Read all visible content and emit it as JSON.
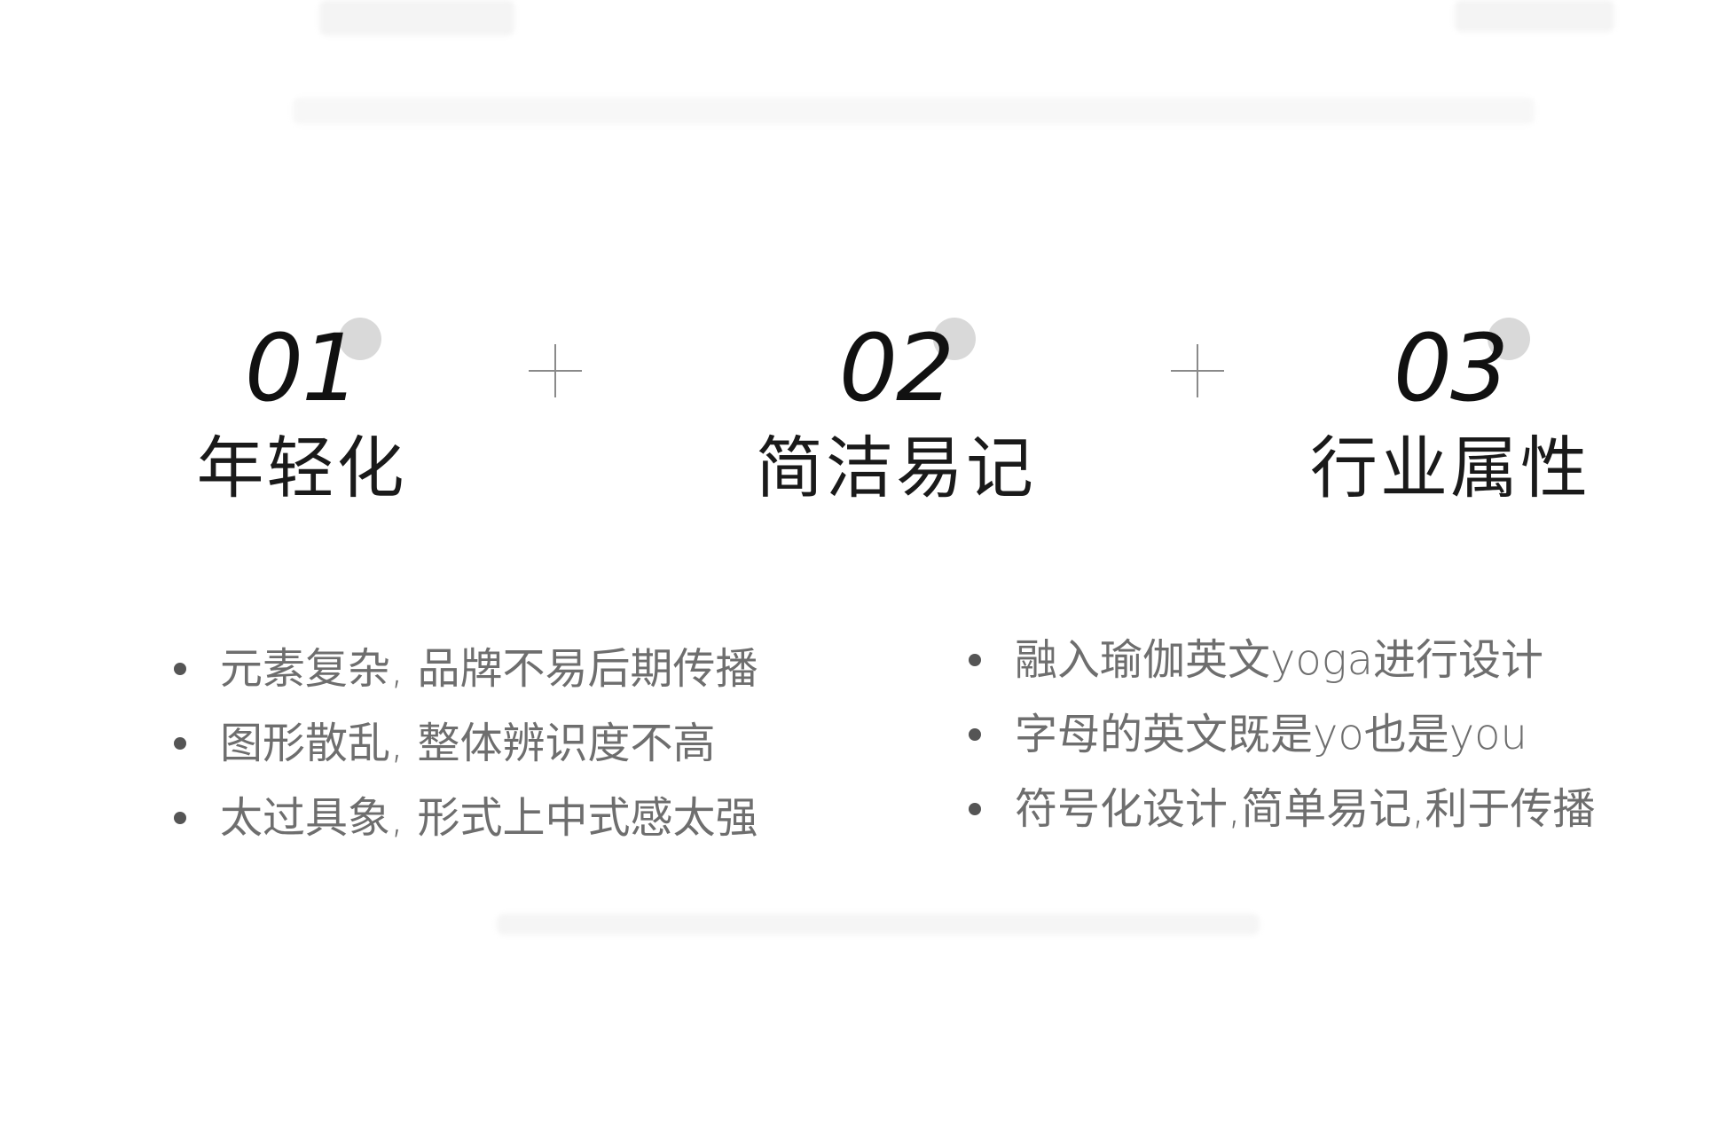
{
  "pillars": [
    {
      "number": "01",
      "title": "年轻化"
    },
    {
      "number": "02",
      "title": "简洁易记"
    },
    {
      "number": "03",
      "title": "行业属性"
    }
  ],
  "separators": [
    "+",
    "+"
  ],
  "problems": [
    "元素复杂, 品牌不易后期传播",
    "图形散乱, 整体辨识度不高",
    "太过具象, 形式上中式感太强"
  ],
  "solutions": [
    "融入瑜伽英文yoga进行设计",
    "字母的英文既是yo也是you",
    "符号化设计,简单易记,利于传播"
  ],
  "colors": {
    "text_primary": "#111111",
    "text_secondary": "#6e6e6e",
    "accent_dot": "#d9d9d9",
    "bullet_dot": "#555555",
    "separator": "#8a8a8a",
    "background": "#ffffff"
  }
}
